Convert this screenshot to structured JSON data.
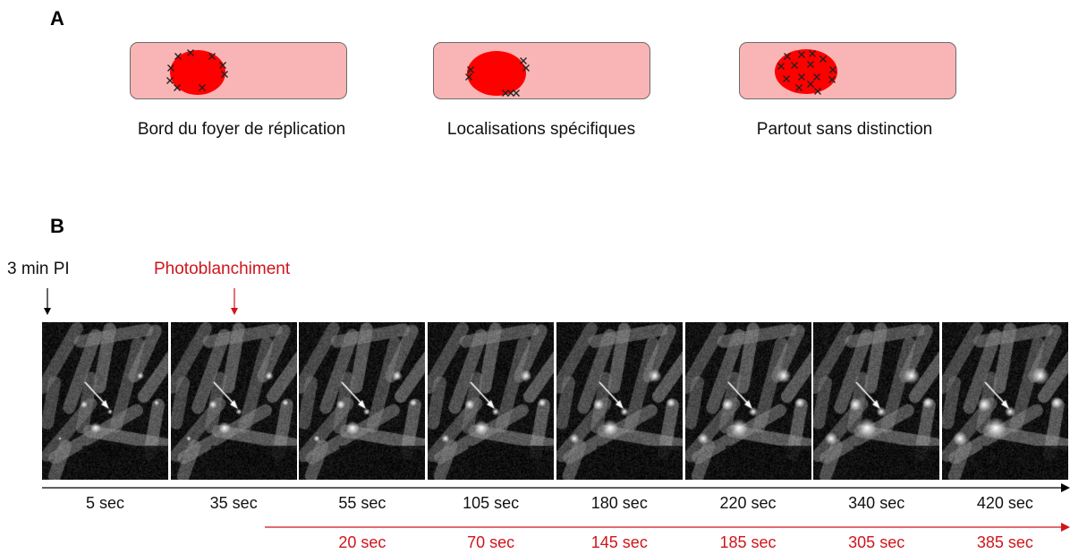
{
  "panel_a": {
    "letter": "A",
    "cells": [
      {
        "caption": "Bord du foyer de réplication",
        "pattern": "edge"
      },
      {
        "caption": "Localisations spécifiques",
        "pattern": "specific"
      },
      {
        "caption": "Partout sans distinction",
        "pattern": "everywhere"
      }
    ]
  },
  "panel_b": {
    "letter": "B",
    "start_label": "3 min PI",
    "bleach_label": "Photoblanchiment",
    "frames": [
      {
        "time": "5 sec",
        "post_bleach": ""
      },
      {
        "time": "35 sec",
        "post_bleach": ""
      },
      {
        "time": "55 sec",
        "post_bleach": "20 sec"
      },
      {
        "time": "105 sec",
        "post_bleach": "70 sec"
      },
      {
        "time": "180 sec",
        "post_bleach": "145 sec"
      },
      {
        "time": "220 sec",
        "post_bleach": "185 sec"
      },
      {
        "time": "340 sec",
        "post_bleach": "305 sec"
      },
      {
        "time": "420 sec",
        "post_bleach": "385 sec"
      }
    ]
  },
  "colors": {
    "cell_fill": "#f9b5b5",
    "focus_red": "#ff0000",
    "accent_red": "#d0151c",
    "mark": "#222222"
  }
}
